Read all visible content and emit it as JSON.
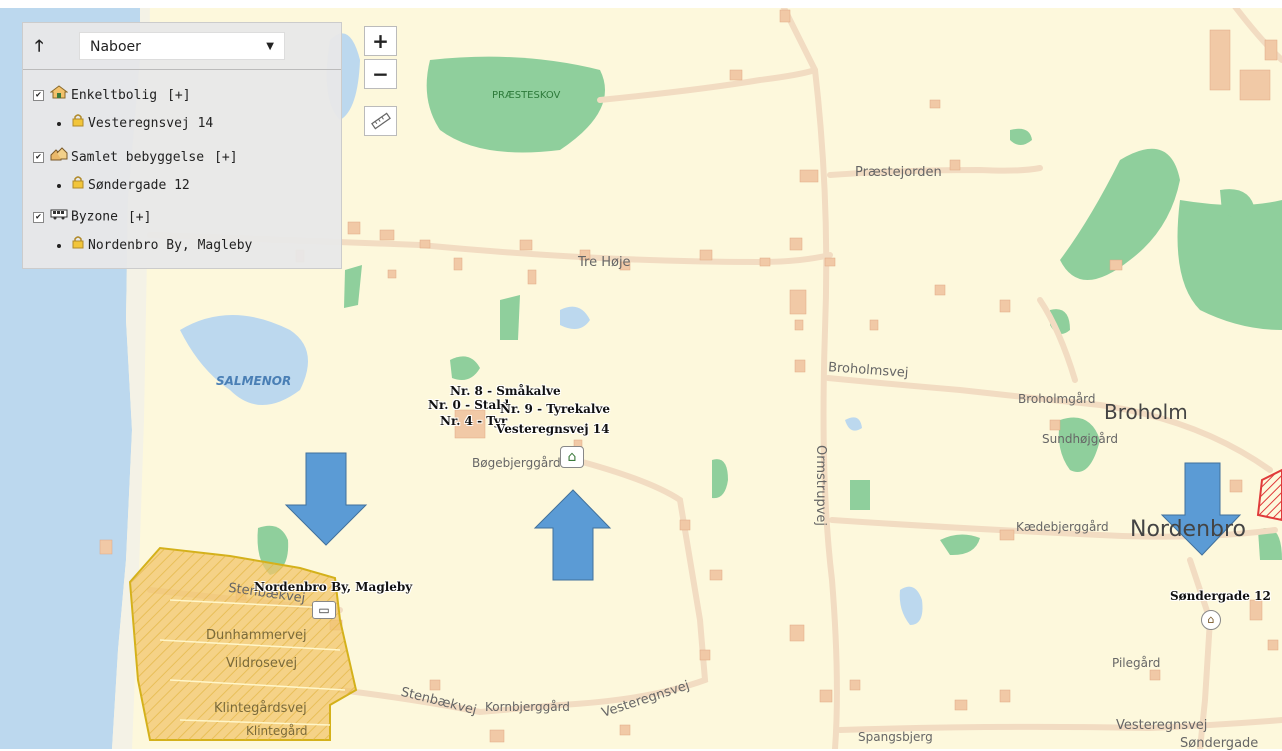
{
  "panel": {
    "select_value": "Naboer",
    "layers": [
      {
        "name": "Enkeltbolig",
        "toggle": "[+]",
        "icon": "house-icon",
        "item": "Vesteregnsvej 14"
      },
      {
        "name": "Samlet bebyggelse",
        "toggle": "[+]",
        "icon": "houses-icon",
        "item": "Søndergade 12"
      },
      {
        "name": "Byzone",
        "toggle": "[+]",
        "icon": "bus-icon",
        "item": "Nordenbro By, Magleby"
      }
    ]
  },
  "controls": {
    "zoom_in": "+",
    "zoom_out": "−",
    "measure_icon": "ruler-icon"
  },
  "map_labels": {
    "praesteskov": "PRÆSTESKOV",
    "praestejorden": "Præstejorden",
    "tre_hoje": "Tre Høje",
    "salmenor": "SALMENOR",
    "broholmsvej": "Broholmsvej",
    "broholmgard": "Broholmgård",
    "broholm": "Broholm",
    "sundhojgard": "Sundhøjgård",
    "ormstrupvej": "Ormstrupvej",
    "kaedebjerggard": "Kædebjerggård",
    "nordenbro": "Nordenbro",
    "bogebjerggard": "Bøgebjerggård",
    "stenbaekvej_1": "Stenbækvej",
    "stenbaekvej_2": "Stenbækvej",
    "dunhammervej": "Dunhammervej",
    "vildrosevej": "Vildrosevej",
    "klintegardsvej": "Klintegårdsvej",
    "klintegard": "Klintegård",
    "kornbjerggard": "Kornbjerggård",
    "vesteregnsvej_1": "Vesteregnsvej",
    "vesteregnsvej_2": "Vesteregnsvej",
    "spangsbjerg": "Spangsbjerg",
    "pilegard": "Pilegård",
    "sondergade": "Søndergade"
  },
  "markers": {
    "cluster_1": "Nr. 8 - Småkalve",
    "cluster_2": "Nr. 0 - Stald",
    "cluster_3": "Nr. 9 - Tyrekalve",
    "cluster_4": "Nr. 4 - Tyr",
    "vesteregnsvej": "Vesteregnsvej 14",
    "nordenbro": "Nordenbro By, Magleby",
    "sondergade": "Søndergade 12"
  },
  "colors": {
    "land": "#fdf8dc",
    "water": "#bcd8ee",
    "forest": "#8fcf9c",
    "building": "#f1c9a6",
    "zone": "#f2c66b",
    "arrow": "#5b9bd5",
    "red_zone": "#e03a3a"
  }
}
